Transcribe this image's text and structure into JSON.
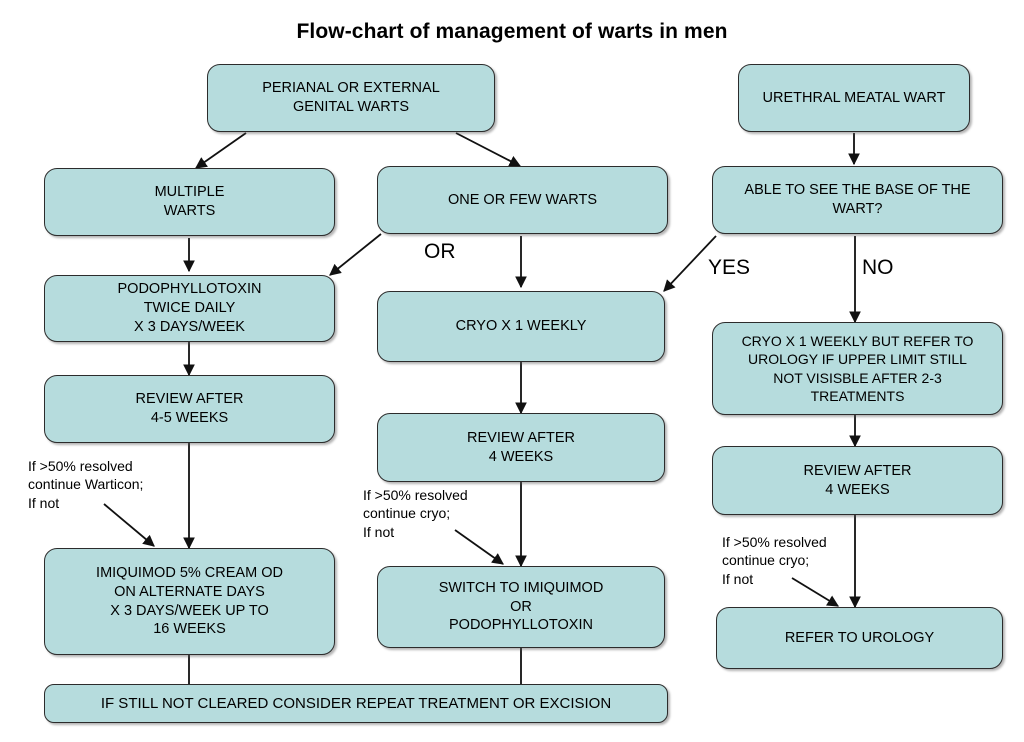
{
  "title": "Flow-chart of management of warts in men",
  "colors": {
    "node_fill": "#b6dcdd",
    "node_border": "#2c2c2c",
    "background": "#ffffff",
    "text": "#000000"
  },
  "nodes": {
    "perianal": "PERIANAL OR EXTERNAL\nGENITAL WARTS",
    "urethral": "URETHRAL MEATAL WART",
    "multiple": "MULTIPLE\nWARTS",
    "one_or_few": "ONE OR FEW WARTS",
    "able_to_see": "ABLE TO SEE THE BASE OF THE\nWART?",
    "podophyllotoxin": "PODOPHYLLOTOXIN\nTWICE DAILY\nX 3 DAYS/WEEK",
    "cryo_weekly": "CRYO X 1 WEEKLY",
    "cryo_refer": "CRYO X 1 WEEKLY BUT REFER TO\nUROLOGY IF UPPER LIMIT STILL\nNOT VISISBLE AFTER 2-3\nTREATMENTS",
    "review_45": "REVIEW AFTER\n4-5 WEEKS",
    "review_4_mid": "REVIEW AFTER\n4 WEEKS",
    "review_4_right": "REVIEW AFTER\n4 WEEKS",
    "imiquimod": "IMIQUIMOD 5% CREAM OD\nON ALTERNATE DAYS\nX 3 DAYS/WEEK UP TO\n16 WEEKS",
    "switch": "SWITCH TO IMIQUIMOD\nOR\nPODOPHYLLOTOXIN",
    "refer_urology": "REFER TO UROLOGY",
    "banner": "IF STILL NOT CLEARED CONSIDER REPEAT TREATMENT OR EXCISION"
  },
  "edge_labels": {
    "or": "OR",
    "yes": "YES",
    "no": "NO"
  },
  "notes": {
    "left": "If >50% resolved\ncontinue Warticon;\nIf not",
    "middle": "If >50% resolved\ncontinue cryo;\nIf not",
    "right": "If >50% resolved\ncontinue cryo;\nIf not"
  }
}
